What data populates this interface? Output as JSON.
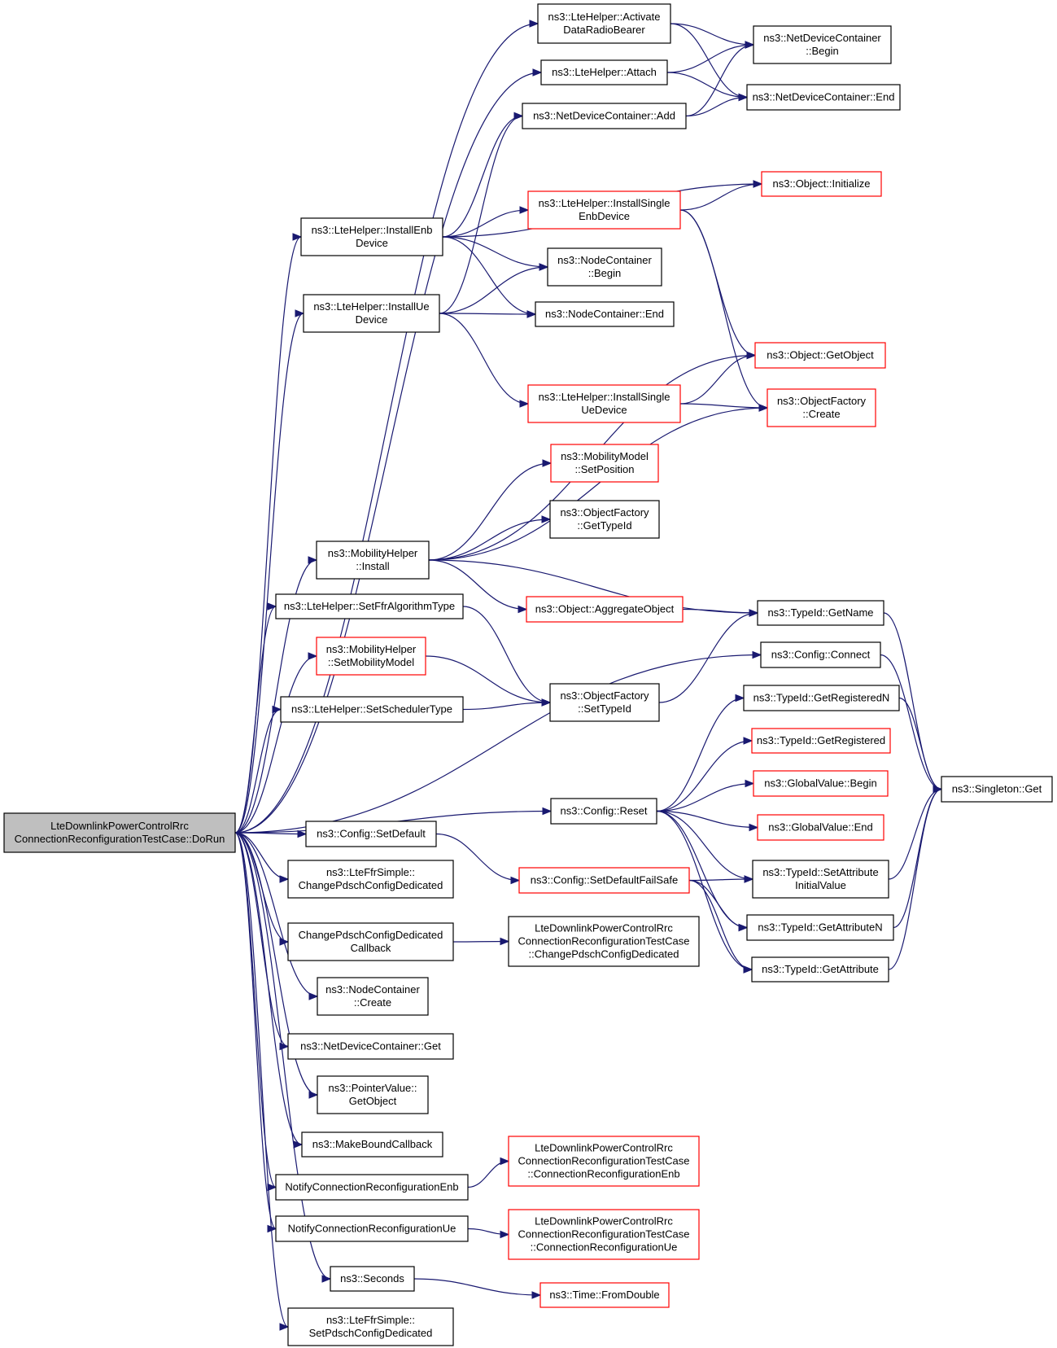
{
  "nodes": [
    {
      "id": "doRun",
      "lines": [
        "LteDownlinkPowerControlRrc",
        "ConnectionReconfigurationTestCase::DoRun"
      ],
      "style": "root"
    },
    {
      "id": "activate",
      "lines": [
        "ns3::LteHelper::Activate",
        "DataRadioBearer"
      ],
      "style": "black"
    },
    {
      "id": "attach",
      "lines": [
        "ns3::LteHelper::Attach"
      ],
      "style": "black"
    },
    {
      "id": "ndcAdd",
      "lines": [
        "ns3::NetDeviceContainer::Add"
      ],
      "style": "black"
    },
    {
      "id": "ndcBegin",
      "lines": [
        "ns3::NetDeviceContainer",
        "::Begin"
      ],
      "style": "black"
    },
    {
      "id": "ndcEnd",
      "lines": [
        "ns3::NetDeviceContainer::End"
      ],
      "style": "black"
    },
    {
      "id": "objInit",
      "lines": [
        "ns3::Object::Initialize"
      ],
      "style": "red"
    },
    {
      "id": "installEnb",
      "lines": [
        "ns3::LteHelper::InstallEnb",
        "Device"
      ],
      "style": "black"
    },
    {
      "id": "installSingleEnb",
      "lines": [
        "ns3::LteHelper::InstallSingle",
        "EnbDevice"
      ],
      "style": "red"
    },
    {
      "id": "ncBegin",
      "lines": [
        "ns3::NodeContainer",
        "::Begin"
      ],
      "style": "black"
    },
    {
      "id": "installUe",
      "lines": [
        "ns3::LteHelper::InstallUe",
        "Device"
      ],
      "style": "black"
    },
    {
      "id": "ncEnd",
      "lines": [
        "ns3::NodeContainer::End"
      ],
      "style": "black"
    },
    {
      "id": "getObject",
      "lines": [
        "ns3::Object::GetObject"
      ],
      "style": "red"
    },
    {
      "id": "installSingleUe",
      "lines": [
        "ns3::LteHelper::InstallSingle",
        "UeDevice"
      ],
      "style": "red"
    },
    {
      "id": "ofCreate",
      "lines": [
        "ns3::ObjectFactory",
        "::Create"
      ],
      "style": "red"
    },
    {
      "id": "mmSetPos",
      "lines": [
        "ns3::MobilityModel",
        "::SetPosition"
      ],
      "style": "red"
    },
    {
      "id": "ofGetTypeId",
      "lines": [
        "ns3::ObjectFactory",
        "::GetTypeId"
      ],
      "style": "black"
    },
    {
      "id": "mhInstall",
      "lines": [
        "ns3::MobilityHelper",
        "::Install"
      ],
      "style": "black"
    },
    {
      "id": "aggObj",
      "lines": [
        "ns3::Object::AggregateObject"
      ],
      "style": "red"
    },
    {
      "id": "tidGetName",
      "lines": [
        "ns3::TypeId::GetName"
      ],
      "style": "black"
    },
    {
      "id": "setFfr",
      "lines": [
        "ns3::LteHelper::SetFfrAlgorithmType"
      ],
      "style": "black"
    },
    {
      "id": "cfgConnect",
      "lines": [
        "ns3::Config::Connect"
      ],
      "style": "black"
    },
    {
      "id": "mhSetMob",
      "lines": [
        "ns3::MobilityHelper",
        "::SetMobilityModel"
      ],
      "style": "red"
    },
    {
      "id": "ofSetTypeId",
      "lines": [
        "ns3::ObjectFactory",
        "::SetTypeId"
      ],
      "style": "black"
    },
    {
      "id": "tidGetRegN",
      "lines": [
        "ns3::TypeId::GetRegisteredN"
      ],
      "style": "black"
    },
    {
      "id": "setSched",
      "lines": [
        "ns3::LteHelper::SetSchedulerType"
      ],
      "style": "black"
    },
    {
      "id": "tidGetReg",
      "lines": [
        "ns3::TypeId::GetRegistered"
      ],
      "style": "red"
    },
    {
      "id": "gvBegin",
      "lines": [
        "ns3::GlobalValue::Begin"
      ],
      "style": "red"
    },
    {
      "id": "singletonGet",
      "lines": [
        "ns3::Singleton::Get"
      ],
      "style": "black"
    },
    {
      "id": "cfgReset",
      "lines": [
        "ns3::Config::Reset"
      ],
      "style": "black"
    },
    {
      "id": "gvEnd",
      "lines": [
        "ns3::GlobalValue::End"
      ],
      "style": "red"
    },
    {
      "id": "cfgSetDefault",
      "lines": [
        "ns3::Config::SetDefault"
      ],
      "style": "black"
    },
    {
      "id": "lteFfrChange",
      "lines": [
        "ns3::LteFfrSimple::",
        "ChangePdschConfigDedicated"
      ],
      "style": "black"
    },
    {
      "id": "cfgSetDefaultFS",
      "lines": [
        "ns3::Config::SetDefaultFailSafe"
      ],
      "style": "red"
    },
    {
      "id": "tidSetAttrInit",
      "lines": [
        "ns3::TypeId::SetAttribute",
        "InitialValue"
      ],
      "style": "black"
    },
    {
      "id": "tidGetAttrN",
      "lines": [
        "ns3::TypeId::GetAttributeN"
      ],
      "style": "black"
    },
    {
      "id": "changeCb",
      "lines": [
        "ChangePdschConfigDedicated",
        "Callback"
      ],
      "style": "black"
    },
    {
      "id": "tcChange",
      "lines": [
        "LteDownlinkPowerControlRrc",
        "ConnectionReconfigurationTestCase",
        "::ChangePdschConfigDedicated"
      ],
      "style": "black"
    },
    {
      "id": "tidGetAttr",
      "lines": [
        "ns3::TypeId::GetAttribute"
      ],
      "style": "black"
    },
    {
      "id": "ncCreate",
      "lines": [
        "ns3::NodeContainer",
        "::Create"
      ],
      "style": "black"
    },
    {
      "id": "ndcGet",
      "lines": [
        "ns3::NetDeviceContainer::Get"
      ],
      "style": "black"
    },
    {
      "id": "pvGetObj",
      "lines": [
        "ns3::PointerValue::",
        "GetObject"
      ],
      "style": "black"
    },
    {
      "id": "makeBound",
      "lines": [
        "ns3::MakeBoundCallback"
      ],
      "style": "black"
    },
    {
      "id": "notifyEnb",
      "lines": [
        "NotifyConnectionReconfigurationEnb"
      ],
      "style": "black"
    },
    {
      "id": "tcConnEnb",
      "lines": [
        "LteDownlinkPowerControlRrc",
        "ConnectionReconfigurationTestCase",
        "::ConnectionReconfigurationEnb"
      ],
      "style": "red"
    },
    {
      "id": "notifyUe",
      "lines": [
        "NotifyConnectionReconfigurationUe"
      ],
      "style": "black"
    },
    {
      "id": "tcConnUe",
      "lines": [
        "LteDownlinkPowerControlRrc",
        "ConnectionReconfigurationTestCase",
        "::ConnectionReconfigurationUe"
      ],
      "style": "red"
    },
    {
      "id": "seconds",
      "lines": [
        "ns3::Seconds"
      ],
      "style": "black"
    },
    {
      "id": "timeFromDouble",
      "lines": [
        "ns3::Time::FromDouble"
      ],
      "style": "red"
    },
    {
      "id": "lteFfrSet",
      "lines": [
        "ns3::LteFfrSimple::",
        "SetPdschConfigDedicated"
      ],
      "style": "black"
    }
  ],
  "edges": [
    [
      "doRun",
      "activate"
    ],
    [
      "doRun",
      "attach"
    ],
    [
      "doRun",
      "installEnb"
    ],
    [
      "doRun",
      "installUe"
    ],
    [
      "doRun",
      "mhInstall"
    ],
    [
      "doRun",
      "setFfr"
    ],
    [
      "doRun",
      "mhSetMob"
    ],
    [
      "doRun",
      "setSched"
    ],
    [
      "doRun",
      "cfgConnect"
    ],
    [
      "doRun",
      "cfgReset"
    ],
    [
      "doRun",
      "cfgSetDefault"
    ],
    [
      "doRun",
      "lteFfrChange"
    ],
    [
      "doRun",
      "changeCb"
    ],
    [
      "doRun",
      "ncCreate"
    ],
    [
      "doRun",
      "ndcGet"
    ],
    [
      "doRun",
      "pvGetObj"
    ],
    [
      "doRun",
      "makeBound"
    ],
    [
      "doRun",
      "notifyEnb"
    ],
    [
      "doRun",
      "notifyUe"
    ],
    [
      "doRun",
      "seconds"
    ],
    [
      "doRun",
      "lteFfrSet"
    ],
    [
      "activate",
      "ndcBegin"
    ],
    [
      "activate",
      "ndcEnd"
    ],
    [
      "attach",
      "ndcBegin"
    ],
    [
      "attach",
      "ndcEnd"
    ],
    [
      "ndcAdd",
      "ndcBegin"
    ],
    [
      "ndcAdd",
      "ndcEnd"
    ],
    [
      "installEnb",
      "ndcAdd"
    ],
    [
      "installEnb",
      "objInit"
    ],
    [
      "installEnb",
      "installSingleEnb"
    ],
    [
      "installEnb",
      "ncBegin"
    ],
    [
      "installEnb",
      "ncEnd"
    ],
    [
      "installSingleEnb",
      "objInit"
    ],
    [
      "installSingleEnb",
      "getObject"
    ],
    [
      "installSingleEnb",
      "ofCreate"
    ],
    [
      "installUe",
      "ndcAdd"
    ],
    [
      "installUe",
      "ncBegin"
    ],
    [
      "installUe",
      "ncEnd"
    ],
    [
      "installUe",
      "installSingleUe"
    ],
    [
      "installSingleUe",
      "getObject"
    ],
    [
      "installSingleUe",
      "ofCreate"
    ],
    [
      "mhInstall",
      "getObject"
    ],
    [
      "mhInstall",
      "mmSetPos"
    ],
    [
      "mhInstall",
      "ofGetTypeId"
    ],
    [
      "mhInstall",
      "ofCreate"
    ],
    [
      "mhInstall",
      "aggObj"
    ],
    [
      "mhInstall",
      "tidGetName"
    ],
    [
      "aggObj",
      "tidGetName"
    ],
    [
      "setFfr",
      "ofSetTypeId"
    ],
    [
      "mhSetMob",
      "ofSetTypeId"
    ],
    [
      "setSched",
      "ofSetTypeId"
    ],
    [
      "ofSetTypeId",
      "tidGetName"
    ],
    [
      "tidGetName",
      "singletonGet"
    ],
    [
      "cfgConnect",
      "singletonGet"
    ],
    [
      "tidGetRegN",
      "singletonGet"
    ],
    [
      "tidSetAttrInit",
      "singletonGet"
    ],
    [
      "tidGetAttrN",
      "singletonGet"
    ],
    [
      "tidGetAttr",
      "singletonGet"
    ],
    [
      "cfgReset",
      "tidGetRegN"
    ],
    [
      "cfgReset",
      "tidGetReg"
    ],
    [
      "cfgReset",
      "gvBegin"
    ],
    [
      "cfgReset",
      "gvEnd"
    ],
    [
      "cfgReset",
      "tidSetAttrInit"
    ],
    [
      "cfgReset",
      "tidGetAttrN"
    ],
    [
      "cfgReset",
      "tidGetAttr"
    ],
    [
      "cfgSetDefault",
      "cfgSetDefaultFS"
    ],
    [
      "cfgSetDefaultFS",
      "tidSetAttrInit"
    ],
    [
      "cfgSetDefaultFS",
      "tidGetAttrN"
    ],
    [
      "cfgSetDefaultFS",
      "tidGetAttr"
    ],
    [
      "changeCb",
      "tcChange"
    ],
    [
      "notifyEnb",
      "tcConnEnb"
    ],
    [
      "notifyUe",
      "tcConnUe"
    ],
    [
      "seconds",
      "timeFromDouble"
    ]
  ]
}
